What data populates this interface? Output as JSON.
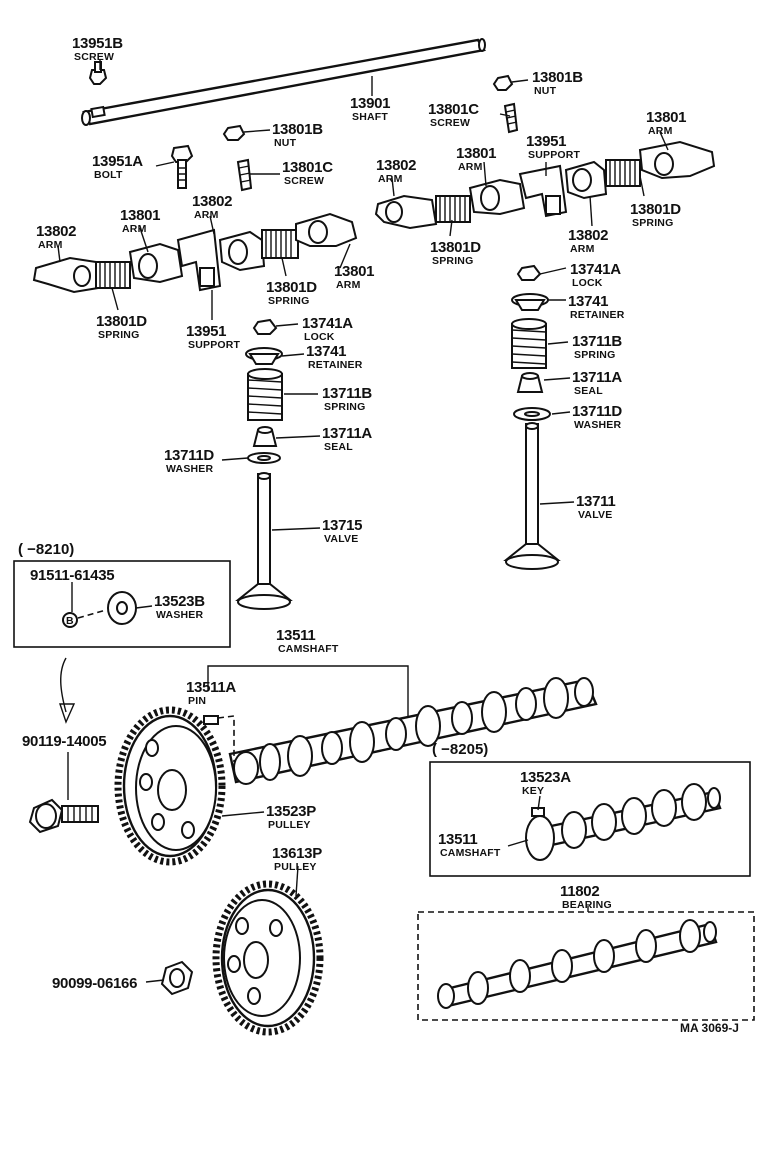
{
  "diagram": {
    "reference": "MA 3069-J",
    "labels": [
      {
        "id": "screw-13951b",
        "part": "13951B",
        "name": "SCREW"
      },
      {
        "id": "shaft-13901",
        "part": "13901",
        "name": "SHAFT"
      },
      {
        "id": "nut-13801b-right",
        "part": "13801B",
        "name": "NUT"
      },
      {
        "id": "screw-13801c-right",
        "part": "13801C",
        "name": "SCREW"
      },
      {
        "id": "arm-13801-far-right",
        "part": "13801",
        "name": "ARM"
      },
      {
        "id": "nut-13801b-left",
        "part": "13801B",
        "name": "NUT"
      },
      {
        "id": "bolt-13951a",
        "part": "13951A",
        "name": "BOLT"
      },
      {
        "id": "screw-13801c-left",
        "part": "13801C",
        "name": "SCREW"
      },
      {
        "id": "support-13951-right",
        "part": "13951",
        "name": "SUPPORT"
      },
      {
        "id": "arm-13802-right-a",
        "part": "13802",
        "name": "ARM"
      },
      {
        "id": "arm-13801-right-mid",
        "part": "13801",
        "name": "ARM"
      },
      {
        "id": "spring-13801d-right-b",
        "part": "13801D",
        "name": "SPRING"
      },
      {
        "id": "arm-13802-left-mid",
        "part": "13802",
        "name": "ARM"
      },
      {
        "id": "arm-13801-left-mid",
        "part": "13801",
        "name": "ARM"
      },
      {
        "id": "arm-13802-left",
        "part": "13802",
        "name": "ARM"
      },
      {
        "id": "arm-13802-right-b",
        "part": "13802",
        "name": "ARM"
      },
      {
        "id": "spring-13801d-right-a",
        "part": "13801D",
        "name": "SPRING"
      },
      {
        "id": "spring-13801d-left-b",
        "part": "13801D",
        "name": "SPRING"
      },
      {
        "id": "arm-13801-left-right",
        "part": "13801",
        "name": "ARM"
      },
      {
        "id": "lock-13741a-right",
        "part": "13741A",
        "name": "LOCK"
      },
      {
        "id": "retainer-13741-right",
        "part": "13741",
        "name": "RETAINER"
      },
      {
        "id": "spring-13801d-left-a",
        "part": "13801D",
        "name": "SPRING"
      },
      {
        "id": "support-13951-left",
        "part": "13951",
        "name": "SUPPORT"
      },
      {
        "id": "lock-13741a-left",
        "part": "13741A",
        "name": "LOCK"
      },
      {
        "id": "spring-13711b-right",
        "part": "13711B",
        "name": "SPRING"
      },
      {
        "id": "retainer-13741-left",
        "part": "13741",
        "name": "RETAINER"
      },
      {
        "id": "seal-13711a-right",
        "part": "13711A",
        "name": "SEAL"
      },
      {
        "id": "spring-13711b-left",
        "part": "13711B",
        "name": "SPRING"
      },
      {
        "id": "washer-13711d-right",
        "part": "13711D",
        "name": "WASHER"
      },
      {
        "id": "seal-13711a-left",
        "part": "13711A",
        "name": "SEAL"
      },
      {
        "id": "washer-13711d-left",
        "part": "13711D",
        "name": "WASHER"
      },
      {
        "id": "valve-13711",
        "part": "13711",
        "name": "VALVE"
      },
      {
        "id": "valve-13715",
        "part": "13715",
        "name": "VALVE"
      },
      {
        "id": "washer-13523b",
        "part": "13523B",
        "name": "WASHER"
      },
      {
        "id": "camshaft-13511",
        "part": "13511",
        "name": "CAMSHAFT"
      },
      {
        "id": "pin-13511a",
        "part": "13511A",
        "name": "PIN"
      },
      {
        "id": "key-13523a",
        "part": "13523A",
        "name": "KEY"
      },
      {
        "id": "camshaft-13511-inset",
        "part": "13511",
        "name": "CAMSHAFT"
      },
      {
        "id": "pulley-13523p",
        "part": "13523P",
        "name": "PULLEY"
      },
      {
        "id": "pulley-13613p",
        "part": "13613P",
        "name": "PULLEY"
      },
      {
        "id": "bearing-11802",
        "part": "11802",
        "name": "BEARING"
      }
    ],
    "part_numbers": [
      {
        "id": "bolt-91511",
        "text": "91511-61435"
      },
      {
        "id": "bolt-90119",
        "text": "90119-14005"
      },
      {
        "id": "nut-90099",
        "text": "90099-06166"
      }
    ],
    "bracket_notes": [
      {
        "id": "bracket-8210",
        "text": "(      −8210)"
      },
      {
        "id": "bracket-8205",
        "text": "(      −8205)"
      }
    ],
    "marker": "B"
  }
}
